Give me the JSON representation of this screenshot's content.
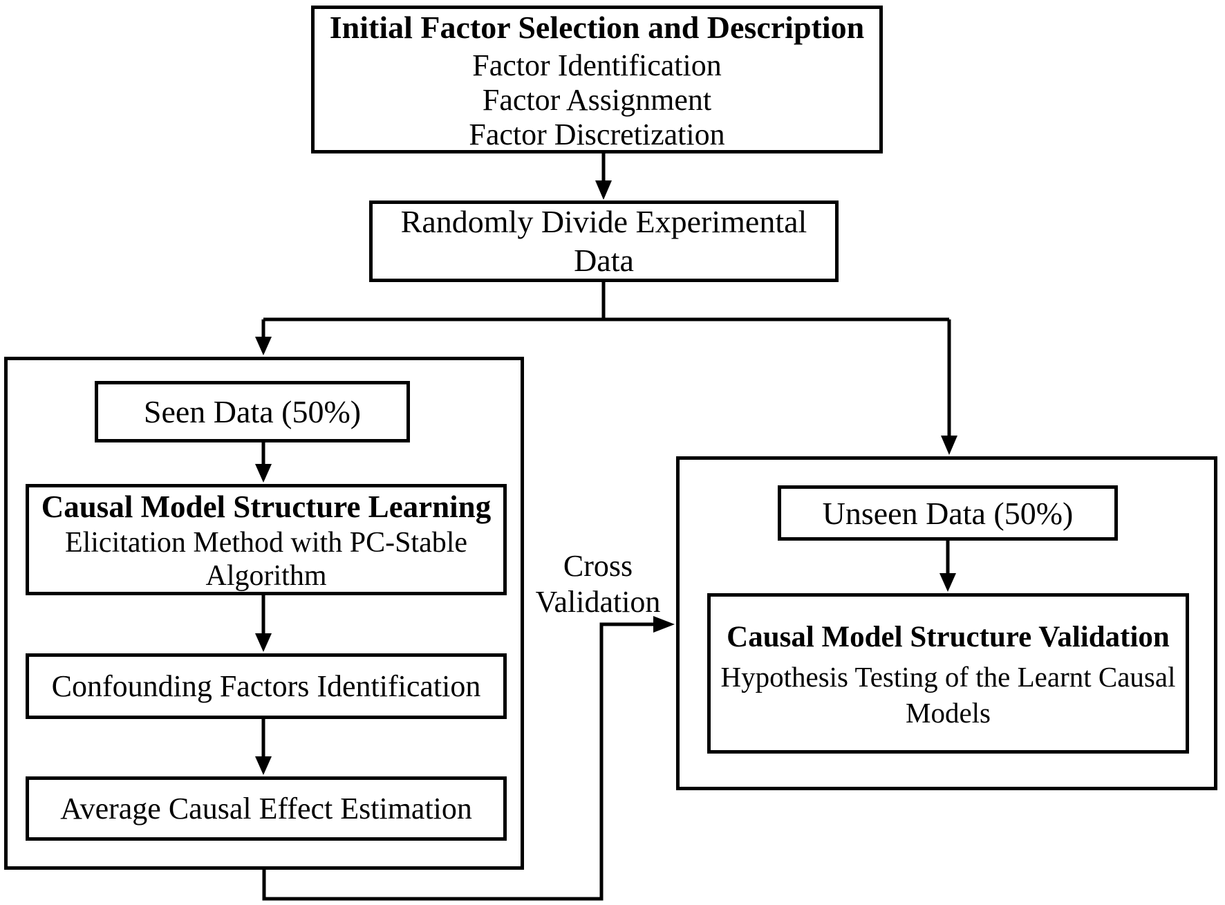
{
  "nodes": {
    "initial": {
      "title": "Initial Factor Selection and Description",
      "lines": [
        "Factor Identification",
        "Factor Assignment",
        "Factor Discretization"
      ]
    },
    "divide": {
      "label": "Randomly Divide Experimental Data"
    },
    "seen": {
      "label": "Seen Data (50%)"
    },
    "learning": {
      "title": "Causal Model Structure Learning",
      "subtitle": "Elicitation Method with PC-Stable Algorithm"
    },
    "confounding": {
      "label": "Confounding Factors Identification"
    },
    "average_causal_effect": {
      "label": "Average Causal Effect Estimation"
    },
    "unseen": {
      "label": "Unseen Data (50%)"
    },
    "validation": {
      "title": "Causal Model Structure Validation",
      "subtitle": "Hypothesis Testing of the Learnt Causal Models"
    }
  },
  "labels": {
    "cross_validation": "Cross Validation"
  },
  "colors": {
    "background": "#ffffff",
    "line": "#000000",
    "text": "#000000"
  }
}
